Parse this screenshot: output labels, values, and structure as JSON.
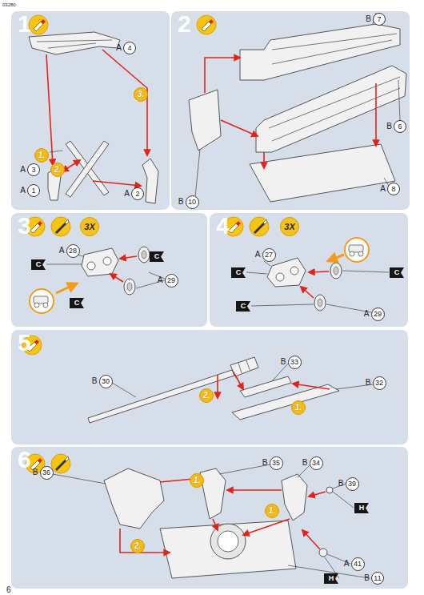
{
  "diagram": {
    "nodes": [
      {
        "text": [
          "1"
        ]
      },
      {
        "text": [
          "A",
          "4"
        ],
        "in": 0
      },
      {
        "text": [
          "3."
        ],
        "in": 0
      },
      {
        "text": [
          "1."
        ],
        "in": 0
      },
      {
        "text": [
          "A",
          "3"
        ],
        "in": 0
      },
      {
        "text": [
          "2."
        ],
        "in": 0
      },
      {
        "text": [
          "A",
          "1"
        ],
        "in": 0
      },
      {
        "text": [
          "A",
          "2"
        ],
        "in": 0
      },
      {
        "text": [
          "2"
        ]
      },
      {
        "text": [
          "B",
          "7"
        ],
        "in": 8
      },
      {
        "text": [
          "B",
          "6"
        ],
        "in": 8
      },
      {
        "text": [
          "A",
          "8"
        ],
        "in": 8
      },
      {
        "text": [
          "B",
          "10"
        ],
        "in": 8
      },
      {
        "text": [
          "3"
        ]
      },
      {
        "text": [
          "3X"
        ],
        "in": 13
      },
      {
        "text": [
          "A",
          "28"
        ],
        "in": 13
      },
      {
        "text": [
          "C"
        ],
        "in": 13
      },
      {
        "text": [
          "C"
        ],
        "in": 13
      },
      {
        "text": [
          "A",
          "29"
        ],
        "in": 13
      },
      {
        "text": [
          "C"
        ],
        "in": 13
      },
      {
        "text": [
          "4"
        ]
      },
      {
        "text": [
          "3X"
        ],
        "in": 20
      },
      {
        "text": [
          "A",
          "27"
        ],
        "in": 20
      },
      {
        "text": [
          "C"
        ],
        "in": 20
      },
      {
        "text": [
          "C"
        ],
        "in": 20
      },
      {
        "text": [
          "C"
        ],
        "in": 20
      },
      {
        "text": [
          "A",
          "29"
        ],
        "in": 20
      },
      {
        "text": [
          "5"
        ]
      },
      {
        "text": [
          "B",
          "33"
        ],
        "in": 27
      },
      {
        "text": [
          "B",
          "30"
        ],
        "in": 27
      },
      {
        "text": [
          "B",
          "32"
        ],
        "in": 27
      },
      {
        "text": [
          "2."
        ],
        "in": 27
      },
      {
        "text": [
          "1."
        ],
        "in": 27
      },
      {
        "text": [
          "6"
        ]
      },
      {
        "text": [
          "B",
          "35"
        ],
        "in": 33
      },
      {
        "text": [
          "B",
          "34"
        ],
        "in": 33
      },
      {
        "text": [
          "B",
          "36"
        ],
        "in": 33
      },
      {
        "text": [
          "1."
        ],
        "in": 33
      },
      {
        "text": [
          "B",
          "39"
        ],
        "in": 33
      },
      {
        "text": [
          "1."
        ],
        "in": 33
      },
      {
        "text": [
          "H"
        ],
        "in": 33
      },
      {
        "text": [
          "2."
        ],
        "in": 33
      },
      {
        "text": [
          "A",
          "41"
        ],
        "in": 33
      },
      {
        "text": [
          "B",
          "11"
        ],
        "in": 33
      },
      {
        "text": [
          "H"
        ],
        "in": 33
      }
    ],
    "labels": [
      "03280",
      "6"
    ]
  }
}
